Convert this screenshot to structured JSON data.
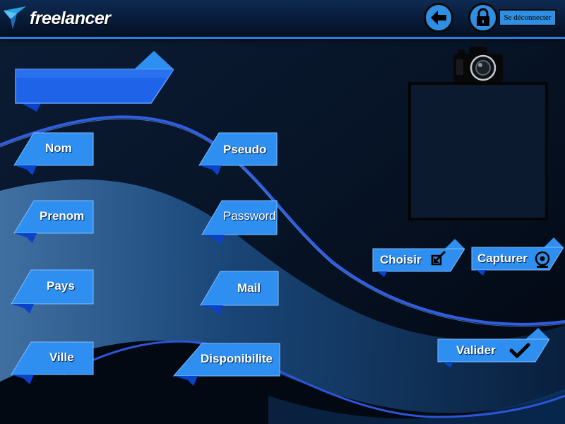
{
  "header": {
    "logo_text": "freelancer",
    "logout_label": "Se déconnecter"
  },
  "icons": {
    "logo": "bird-logo-icon",
    "back": "arrow-left-icon",
    "logout": "padlock-icon",
    "camera": "camera-icon",
    "choose": "arrow-down-left-icon",
    "capture": "webcam-icon",
    "validate": "checkmark-icon"
  },
  "colors": {
    "accent": "#2f8fe3",
    "ribbon_light": "#2e8ff0",
    "ribbon_dark": "#0a43c8",
    "topbar": "#081a36"
  },
  "form": {
    "title": "",
    "fields": {
      "nom": "Nom",
      "prenom": "Prenom",
      "pays": "Pays",
      "ville": "Ville",
      "pseudo": "Pseudo",
      "password": "Password",
      "mail": "Mail",
      "disponibilite": "Disponibilite"
    }
  },
  "photo": {
    "choose_label": "Choisir",
    "capture_label": "Capturer"
  },
  "actions": {
    "validate_label": "Valider"
  }
}
